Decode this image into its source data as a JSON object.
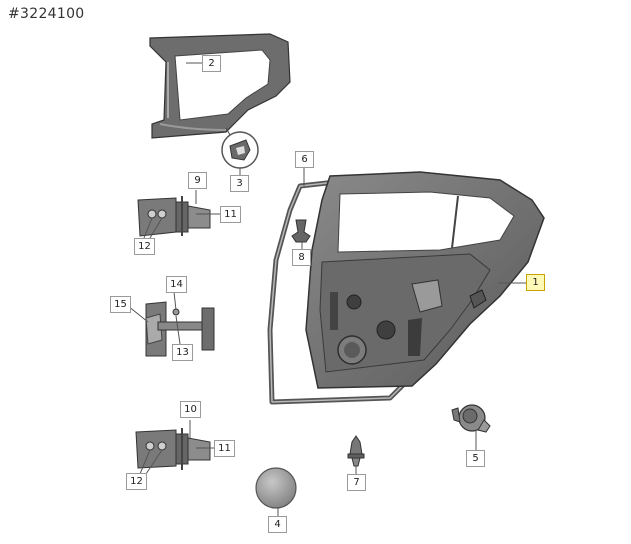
{
  "header": {
    "diagram_number": "#3224100"
  },
  "colors": {
    "part_dark": "#4a4a4a",
    "part_mid": "#7c7c7c",
    "part_light": "#b9b9b9",
    "highlight": "#fff9b8",
    "leader": "#555555"
  },
  "callouts": [
    {
      "id": "c1",
      "text": "1",
      "highlight": true
    },
    {
      "id": "c2",
      "text": "2"
    },
    {
      "id": "c3",
      "text": "3"
    },
    {
      "id": "c4",
      "text": "4"
    },
    {
      "id": "c5",
      "text": "5"
    },
    {
      "id": "c6",
      "text": "6"
    },
    {
      "id": "c7",
      "text": "7"
    },
    {
      "id": "c8",
      "text": "8"
    },
    {
      "id": "c9",
      "text": "9"
    },
    {
      "id": "c10",
      "text": "10"
    },
    {
      "id": "c11a",
      "text": "11"
    },
    {
      "id": "c11b",
      "text": "11"
    },
    {
      "id": "c12a",
      "text": "12"
    },
    {
      "id": "c12b",
      "text": "12"
    },
    {
      "id": "c13",
      "text": "13"
    },
    {
      "id": "c14",
      "text": "14"
    },
    {
      "id": "c15",
      "text": "15"
    }
  ]
}
